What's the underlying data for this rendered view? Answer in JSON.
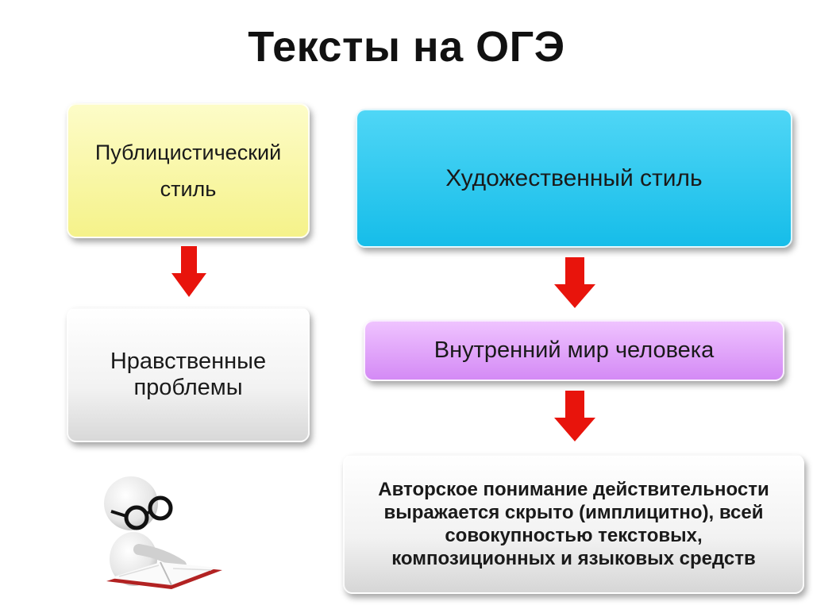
{
  "title": "Тексты на ОГЭ",
  "boxes": {
    "publicistic": {
      "line1": "Публицистический",
      "line2": "стиль"
    },
    "artistic": "Художественный стиль",
    "moral": {
      "line1": "Нравственные",
      "line2": "проблемы"
    },
    "inner_world": "Внутренний мир человека",
    "author": {
      "line1": "Авторское понимание действительности",
      "line2": "выражается скрыто (имплицитно), всей",
      "line3": "совокупностью текстовых,",
      "line4": "композиционных и языковых средств"
    }
  },
  "colors": {
    "yellow": "#f5f28a",
    "cyan": "#16bde9",
    "purple": "#d48af5",
    "gray": "#e8e8e8",
    "arrow": "#e8140c"
  },
  "illustration": "person-reading-book-icon"
}
